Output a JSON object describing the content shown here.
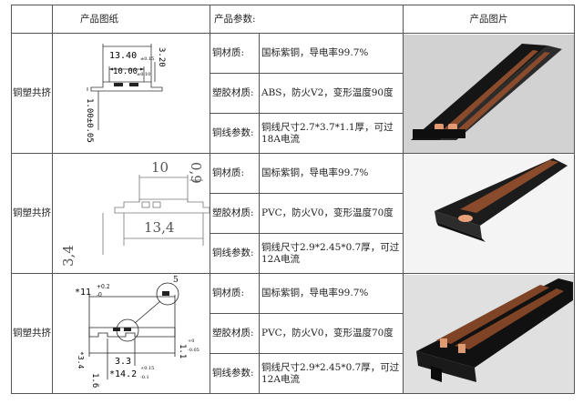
{
  "headers": {
    "drawing": "产品图纸",
    "params": "产品参数:",
    "photo": "产品图片"
  },
  "products": [
    {
      "group": "铜塑共挤",
      "dims": [
        "13.40",
        "±0.15",
        "3.20",
        "10.00",
        "±0.10",
        "1.00±0.05"
      ],
      "rows": [
        {
          "label": "铜材质:",
          "value": "国标紫铜，导电率99.7%"
        },
        {
          "label": "塑胶材质:",
          "value": "ABS，防火V2，变形温度90度"
        },
        {
          "label": "铜线参数:",
          "value": "铜线尺寸2.7*3.7*1.1厚，可过18A电流"
        }
      ]
    },
    {
      "group": "铜塑共挤",
      "dims": [
        "10",
        "0,9",
        "13,4",
        "3,4"
      ],
      "rows": [
        {
          "label": "铜材质:",
          "value": "国标紫铜，导电率99.7%"
        },
        {
          "label": "塑胶材质:",
          "value": "PVC，防火V0，变形温度70度"
        },
        {
          "label": "铜线参数:",
          "value": "铜线尺寸2.9*2.45*0.7厚，可过12A电流"
        }
      ]
    },
    {
      "group": "铜塑共挤",
      "dims": [
        "*11",
        "+0.2",
        "-0",
        "5",
        "3.3",
        "1.6",
        "*3.4",
        "*14.2",
        "+0.15",
        "-0.1",
        "1.1",
        "+0",
        "-0.05"
      ],
      "rows": [
        {
          "label": "铜材质:",
          "value": "国标紫铜，导电率99.7%"
        },
        {
          "label": "塑胶材质:",
          "value": "PVC，防火V0，变形温度70度"
        },
        {
          "label": "铜线参数:",
          "value": "铜线尺寸2.9*2.45*0.7厚，可过12A电流"
        }
      ]
    }
  ]
}
